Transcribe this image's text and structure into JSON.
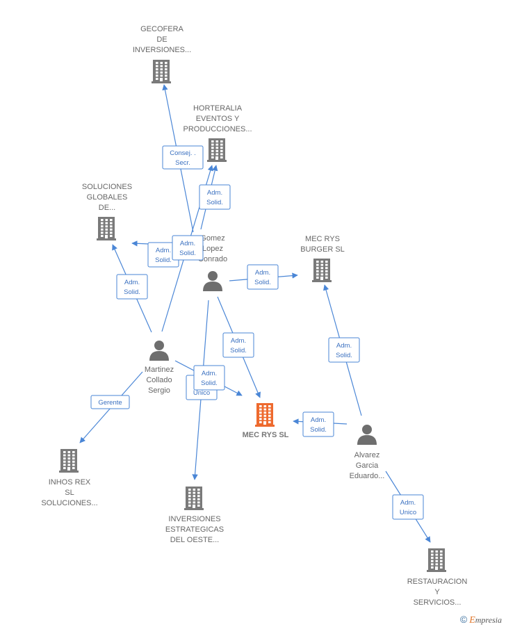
{
  "colors": {
    "edge": "#4a86d6",
    "building": "#7a7a7a",
    "focus_building": "#ee6a2e",
    "person": "#6e6e6e"
  },
  "nodes": [
    {
      "id": "gecofera",
      "type": "company",
      "lines": [
        "GECOFERA",
        "DE",
        "INVERSIONES..."
      ]
    },
    {
      "id": "horteralia",
      "type": "company",
      "lines": [
        "HORTERALIA",
        "EVENTOS Y",
        "PRODUCCIONES..."
      ]
    },
    {
      "id": "soluciones",
      "type": "company",
      "lines": [
        "SOLUCIONES",
        "GLOBALES",
        "DE..."
      ]
    },
    {
      "id": "mecburger",
      "type": "company",
      "lines": [
        "MEC RYS",
        "BURGER SL"
      ]
    },
    {
      "id": "mecrys",
      "type": "company",
      "focus": true,
      "lines": [
        "MEC RYS SL"
      ]
    },
    {
      "id": "inhos",
      "type": "company",
      "lines": [
        "INHOS REX",
        "SL",
        "SOLUCIONES..."
      ]
    },
    {
      "id": "inversiones",
      "type": "company",
      "lines": [
        "INVERSIONES",
        "ESTRATEGICAS",
        "DEL OESTE..."
      ]
    },
    {
      "id": "restauracion",
      "type": "company",
      "lines": [
        "RESTAURACION",
        "Y",
        "SERVICIOS..."
      ]
    },
    {
      "id": "gomez",
      "type": "person",
      "lines": [
        "Gomez",
        "Lopez",
        "Conrado"
      ]
    },
    {
      "id": "martinez",
      "type": "person",
      "lines": [
        "Martinez",
        "Collado",
        "Sergio"
      ]
    },
    {
      "id": "alvarez",
      "type": "person",
      "lines": [
        "Alvarez",
        "Garcia",
        "Eduardo..."
      ]
    }
  ],
  "edges": [
    {
      "id": "e1",
      "lines": [
        "Consej. .",
        "Secr."
      ]
    },
    {
      "id": "e2",
      "lines": [
        "Adm.",
        "Solid."
      ]
    },
    {
      "id": "e3",
      "lines": [
        "Adm.",
        "Solid."
      ]
    },
    {
      "id": "e4",
      "lines": [
        "Adm.",
        "Solid."
      ]
    },
    {
      "id": "e5",
      "lines": [
        "Adm.",
        "Solid."
      ]
    },
    {
      "id": "e6",
      "lines": [
        "Adm.",
        "Solid."
      ]
    },
    {
      "id": "e7",
      "lines": [
        "Adm.",
        "Solid."
      ]
    },
    {
      "id": "e8",
      "lines": [
        "Adm.",
        "Unico"
      ]
    },
    {
      "id": "e9",
      "lines": [
        "Adm.",
        "Solid."
      ]
    },
    {
      "id": "e10",
      "lines": [
        "Gerente"
      ]
    },
    {
      "id": "e11",
      "lines": [
        "Adm.",
        "Solid."
      ]
    },
    {
      "id": "e12",
      "lines": [
        "Adm.",
        "Solid."
      ]
    },
    {
      "id": "e13",
      "lines": [
        "Adm.",
        "Unico"
      ]
    }
  ],
  "watermark": {
    "symbol": "©",
    "brand_initial": "E",
    "brand_rest": "mpresia"
  }
}
